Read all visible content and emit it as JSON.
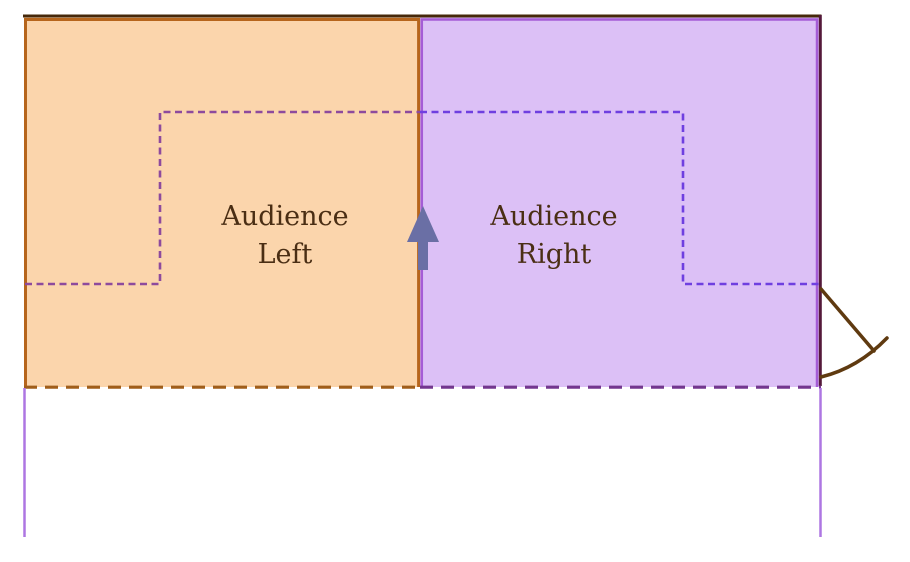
{
  "labels": {
    "audience_left": {
      "line1": "Audience",
      "line2": "Left"
    },
    "audience_right": {
      "line1": "Audience",
      "line2": "Right"
    }
  },
  "icons": {
    "up_arrow": "up-arrow",
    "door": "door-swing"
  },
  "colors": {
    "background": "#ffffff",
    "left_region_fill": "#fbd5ac",
    "left_region_border": "#b6651c",
    "left_stage_dash": "#a05e1a",
    "right_region_fill": "#dcc0f6",
    "right_region_border": "#a55cd6",
    "right_stage_dash": "#73368f",
    "zone_dash_left": "#8d4a9d",
    "zone_dash_right": "#6f3fe0",
    "room_top_border": "#46280a",
    "room_right_border": "#54193a",
    "lower_wall_line": "#ad76e2",
    "arrow": "#6a6fa5",
    "door": "#5f3a10",
    "label_text": "#4a2e14"
  }
}
